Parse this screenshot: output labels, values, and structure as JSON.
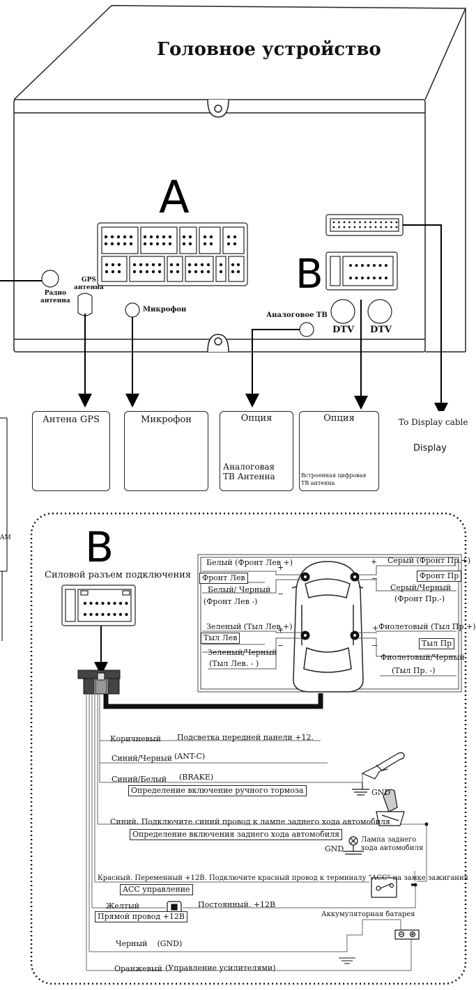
{
  "head_unit": {
    "title": "Головное устройство",
    "connector_a_letter": "A",
    "connector_b_letter": "B",
    "radio_antenna": "Радио\nантенна",
    "gps_antenna": "GPS\nантенна",
    "microphone": "Микрофон",
    "analog_tv": "Аналоговое ТВ",
    "dtv_1": "DTV",
    "dtv_2": "DTV"
  },
  "accessories": [
    {
      "title": "Антена GPS",
      "icon": "gps-antenna-icon"
    },
    {
      "title": "Микрофон",
      "icon": "microphone-icon"
    },
    {
      "title": "Опция",
      "caption": "Аналоговая\nТВ Антенна",
      "icon": "analog-tv-antenna-icon"
    },
    {
      "title": "Опция",
      "caption": "Встроенная цифровая\nТВ антенна",
      "icon": "digital-tv-antenna-icon"
    },
    {
      "title": "To Display cable",
      "caption": "Display",
      "icon": "display-icon"
    }
  ],
  "left_edge_fragment": "AM",
  "section_b": {
    "letter": "B",
    "connector_title": "Силовой разъем подключения",
    "speakers": {
      "front_left_wire": "Белый (Фронт Лев +)",
      "front_left_box": "Фронт Лев",
      "front_left_neg_wire": "Белый/ Черный",
      "front_left_neg_label": "(Фронт Лев -)",
      "rear_left_wire": "Зеленый (Тыл Лев.+)",
      "rear_left_box": "Тыл Лев",
      "rear_left_neg_wire": "Зеленый/Черный",
      "rear_left_neg_label": "(Тыл Лев. - )",
      "front_right_wire": "Серый (Фронт Пр.+)",
      "front_right_box": "Фронт Пр",
      "front_right_neg_wire": "Серый/Черный",
      "front_right_neg_label": "(Фронт Пр.-)",
      "rear_right_wire": "Фиолетовый (Тыл Пр.+)",
      "rear_right_box": "Тыл Пр",
      "rear_right_neg_wire": "Фиолетовый/Черный",
      "rear_right_neg_label": "(Тыл Пр. -)",
      "plus": "+",
      "minus": "−"
    },
    "wires": {
      "brown": "Коричневый",
      "brown_desc": "Подсветка передней панели +12.",
      "blue_black": "Синий/Черный",
      "blue_black_desc": "(ANT-C)",
      "blue_white": "Синий/Белый",
      "blue_white_desc": "(BRAKE)",
      "handbrake_box": "Определение включение ручного тормоза",
      "gnd1": "GND",
      "blue": "Синий. Подключите синий провод к лампе заднего хода автомобиля",
      "reverse_box": "Определение включения заднего хода автомобиля",
      "lamp_label": "Лампа заднего\nхода автомобиля",
      "gnd2": "GND",
      "red": "Красный. Переменный +12В. Подключите красный провод к терминалу \"ACC\" на замке зажигания",
      "acc_box": "ACC управление",
      "yellow": "Желтый",
      "yellow_desc": "Постоянный. +12В",
      "yellow_box": "Прямой провод +12В",
      "battery": "Аккумуляторная батарея",
      "black": "Черный    (GND)",
      "orange": "Оранжевый",
      "orange_desc": "(Управление усилителями)"
    }
  }
}
